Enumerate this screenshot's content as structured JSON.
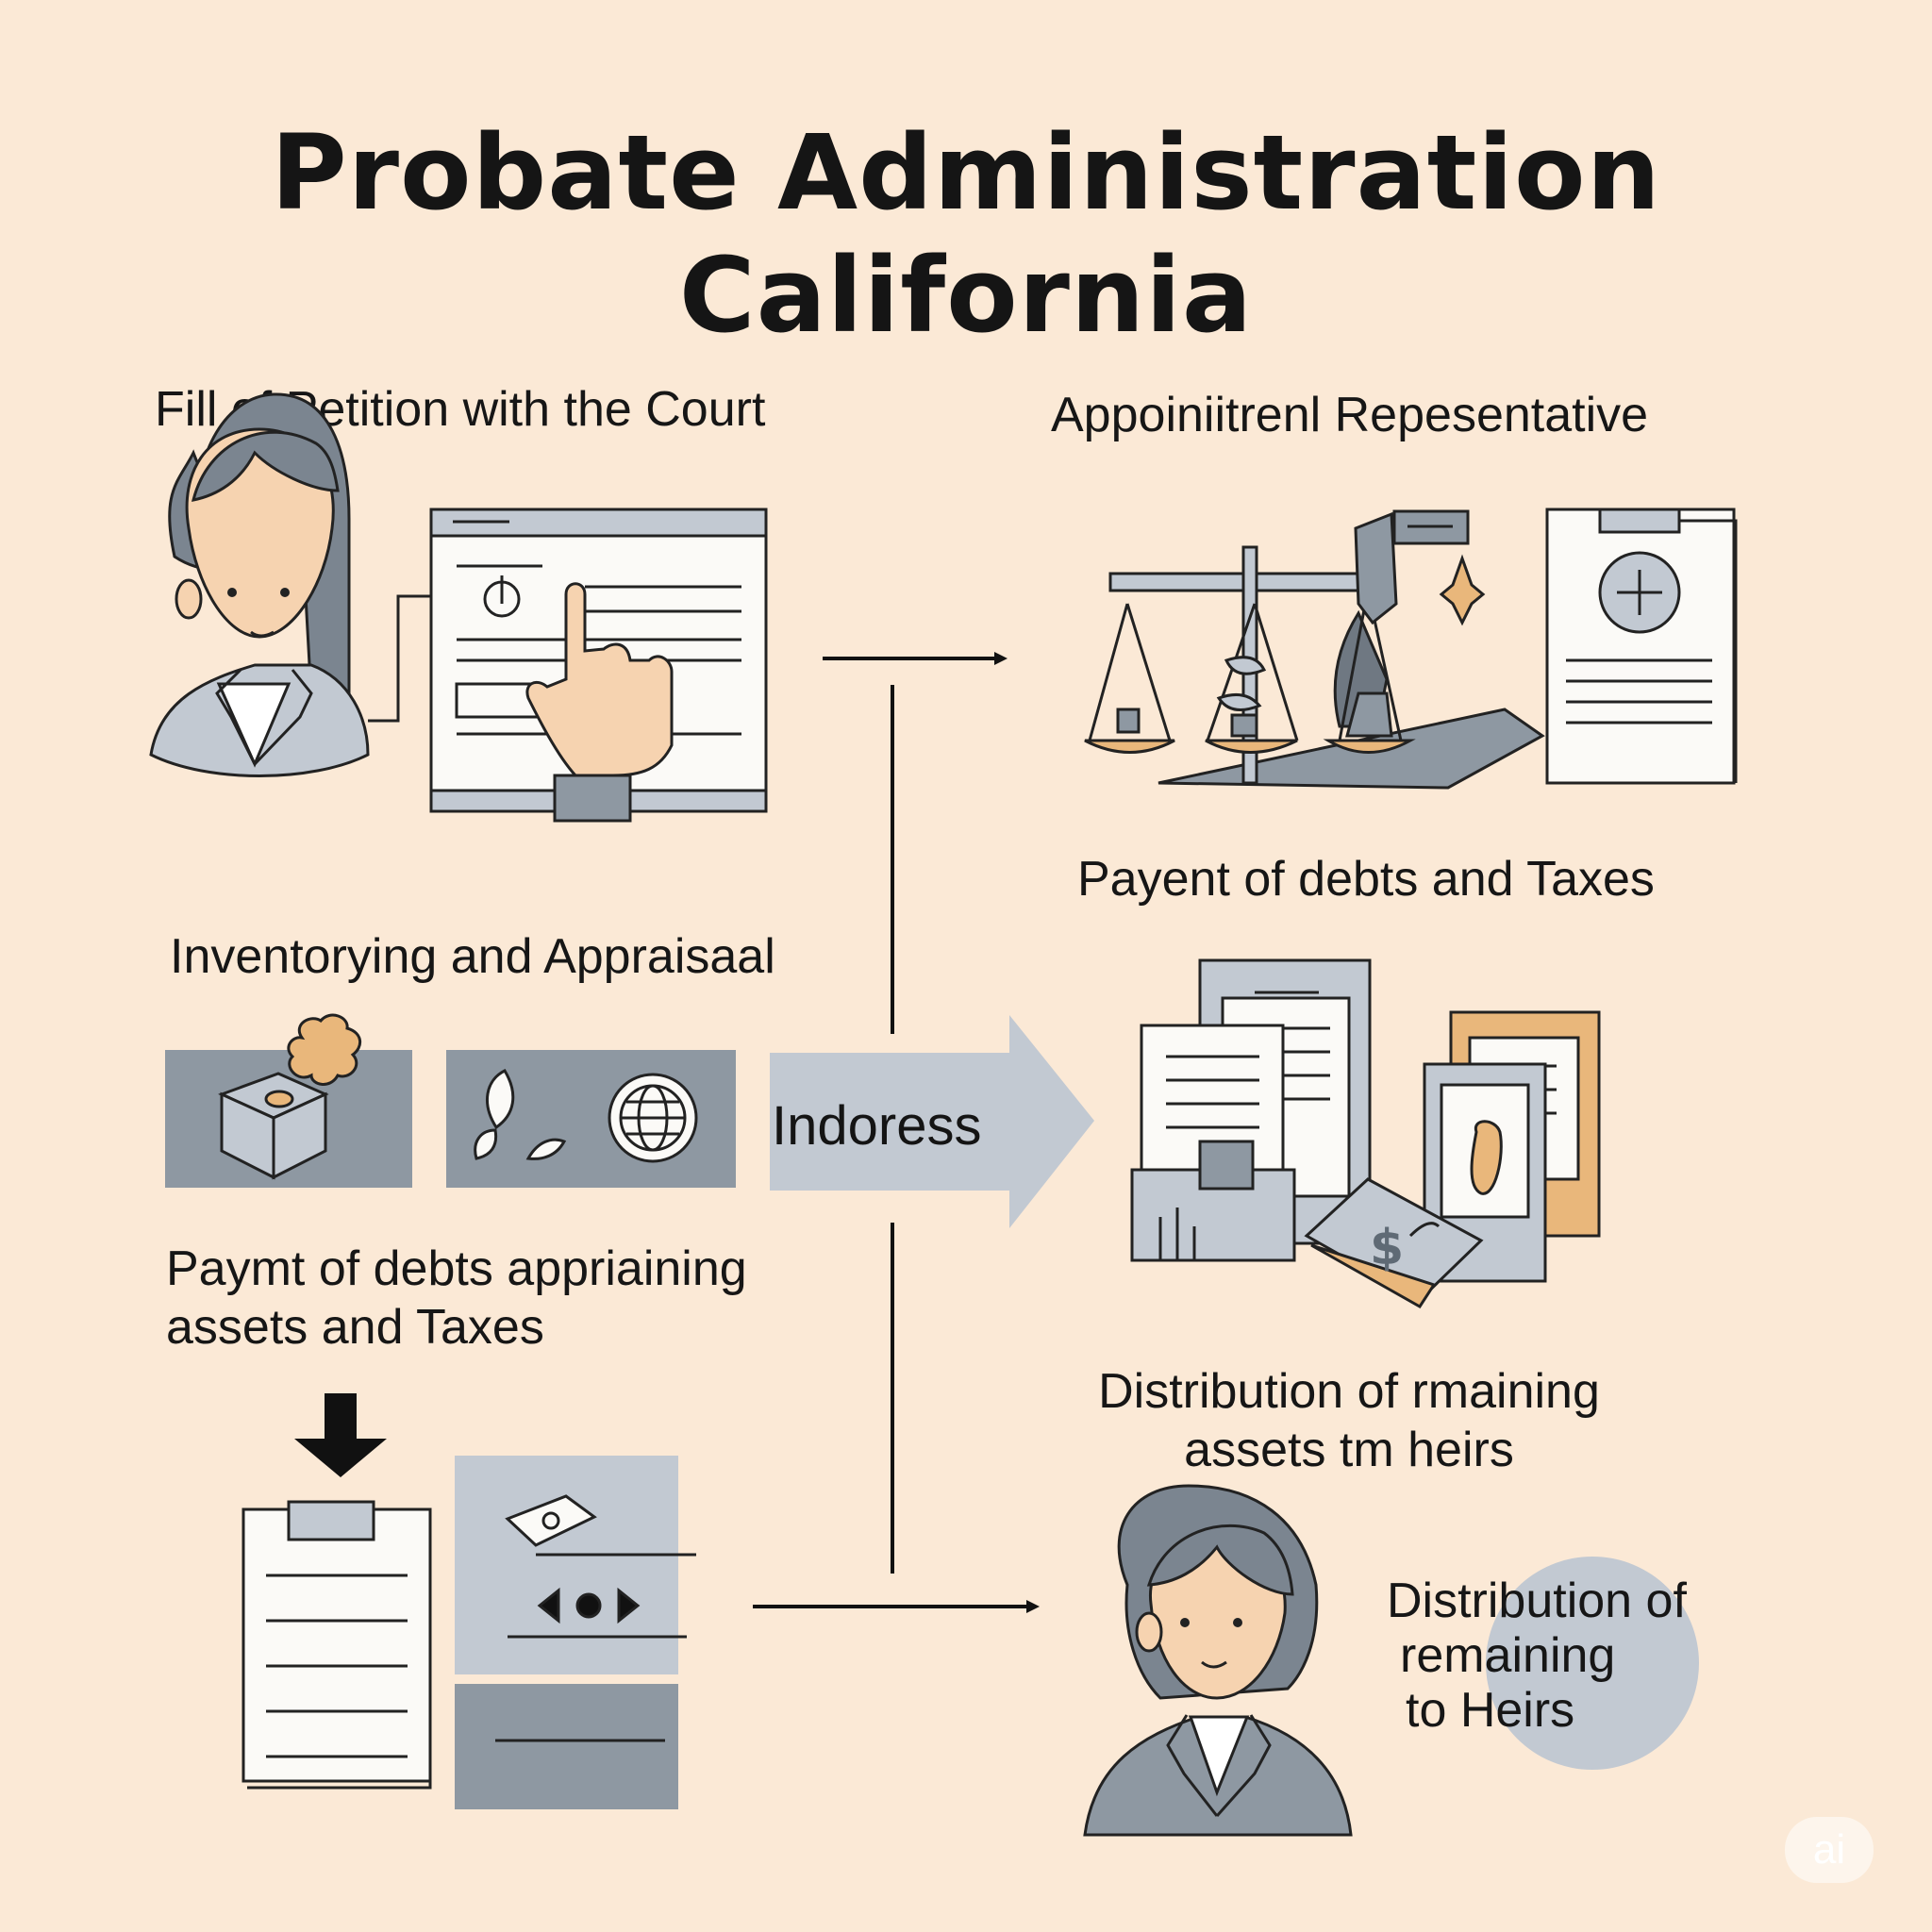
{
  "title": {
    "line1": "Probate Administration",
    "line2": "California"
  },
  "steps": {
    "petition": "Fill of Petition  with the Court",
    "representative": "Appoiniitrenl Repesentative",
    "inventory": "Inventorying and Appraisaal",
    "debts_left": {
      "line1": "Paymt of debts appriaining",
      "line2": "assets and Taxes"
    },
    "debts_right": "Payent of debts and Taxes",
    "distribution_top": {
      "line1": "Distribution of rmaining",
      "line2": "assets tm heirs"
    },
    "distribution_circle": {
      "line1": "Distribution of",
      "line2": "remaining",
      "line3": "to Heirs"
    }
  },
  "center_arrow_label": "Indoress",
  "watermark": "ai",
  "colors": {
    "background": "#fbe9d6",
    "gray": "#8e98a2",
    "light_gray": "#c2c9d2",
    "skin": "#f6d3b0",
    "accent": "#e9b77b"
  }
}
